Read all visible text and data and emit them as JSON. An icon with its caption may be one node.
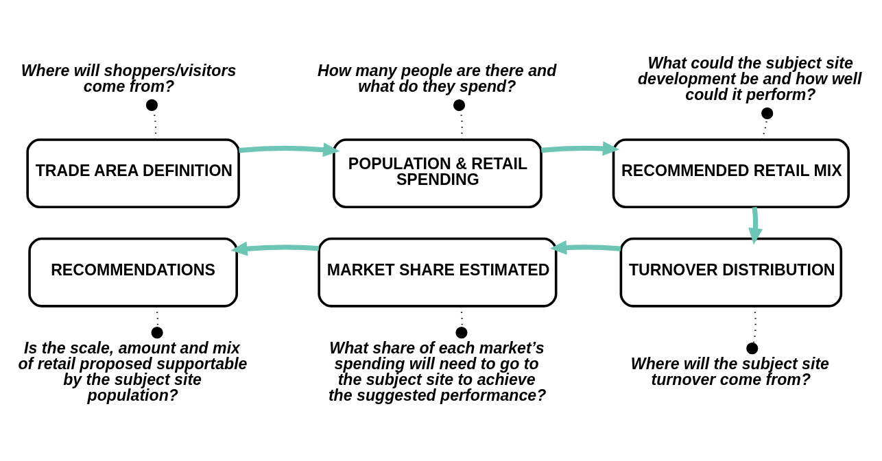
{
  "diagram": {
    "nodes": [
      {
        "text": [
          "Where will shoppers/visitors come from?"
        ]
      },
      {
        "text": [
          "How many people are there and what do they spend?"
        ]
      },
      {
        "text": [
          "What could the subject site development be and how well could it perform?"
        ]
      },
      {
        "text": [
          "TRADE AREA DEFINITION"
        ]
      },
      {
        "text": [
          "POPULATION & RETAIL SPENDING"
        ]
      },
      {
        "text": [
          "RECOMMENDED RETAIL MIX"
        ]
      },
      {
        "text": [
          "RECOMMENDATIONS"
        ]
      },
      {
        "text": [
          "MARKET SHARE ESTIMATED"
        ]
      },
      {
        "text": [
          "TURNOVER DISTRIBUTION"
        ]
      },
      {
        "text": [
          "Is the scale, amount and mix of retail proposed supportable by the subject site population?"
        ]
      },
      {
        "text": [
          "What share of each market’s spending will need to go to the subject site to achieve the suggested performance?"
        ]
      },
      {
        "text": [
          "Where will the subject site turnover come from?"
        ]
      }
    ],
    "edges": [
      {
        "from": 3,
        "to": 4,
        "arrow": "to",
        "style": "thick",
        "color": "#6cc5b5"
      },
      {
        "from": 4,
        "to": 5,
        "arrow": "to",
        "style": "thick",
        "color": "#6cc5b5"
      },
      {
        "from": 5,
        "to": 8,
        "arrow": "to",
        "style": "thick",
        "color": "#6cc5b5"
      },
      {
        "from": 8,
        "to": 7,
        "arrow": "to",
        "style": "thick",
        "color": "#6cc5b5"
      },
      {
        "from": 7,
        "to": 6,
        "arrow": "to",
        "style": "thick",
        "color": "#6cc5b5"
      },
      {
        "from": 3,
        "to": 0,
        "arrow": "other",
        "style": "dashed"
      },
      {
        "from": 4,
        "to": 1,
        "arrow": "other",
        "style": "dashed"
      },
      {
        "from": 5,
        "to": 2,
        "arrow": "other",
        "style": "dashed"
      },
      {
        "from": 6,
        "to": 9,
        "arrow": "other",
        "style": "dashed"
      },
      {
        "from": 7,
        "to": 10,
        "arrow": "other",
        "style": "dashed"
      },
      {
        "from": 8,
        "to": 11,
        "arrow": "other",
        "style": "dashed"
      }
    ]
  }
}
